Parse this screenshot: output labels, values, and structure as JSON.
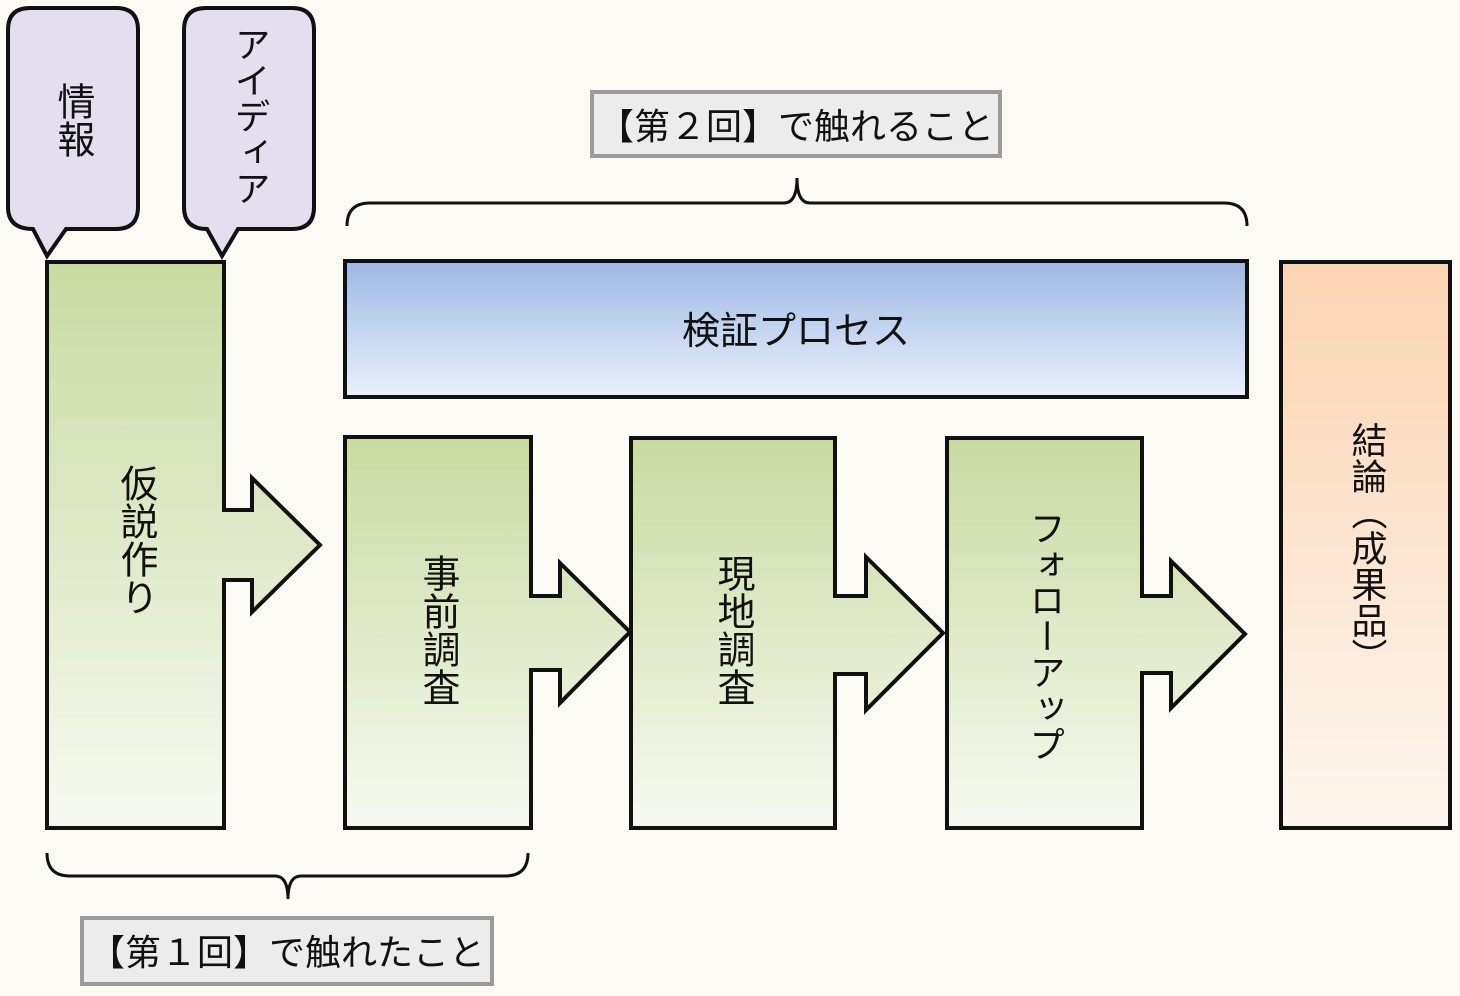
{
  "callouts": {
    "info": "情報",
    "idea": "アイディア"
  },
  "session2_label": "【第２回】で触れること",
  "session1_label": "【第１回】で触れたこと",
  "verification_process": "検証プロセス",
  "steps": {
    "hypothesis": "仮説作り",
    "pre_research": "事前調査",
    "field_research": "現地調査",
    "follow_up": "フォローアップ",
    "conclusion": "結論（成果品）"
  },
  "colors": {
    "green_top": "#c9daa0",
    "green_bottom": "#f7f9f1",
    "blue_top": "#9db8e4",
    "blue_bottom": "#eaf0fb",
    "orange_top": "#fbd4b2",
    "orange_bottom": "#fdf6ef",
    "callout_fill": "#e4dfee",
    "label_box_fill": "#ececec",
    "label_box_border": "#9b9b9b"
  }
}
